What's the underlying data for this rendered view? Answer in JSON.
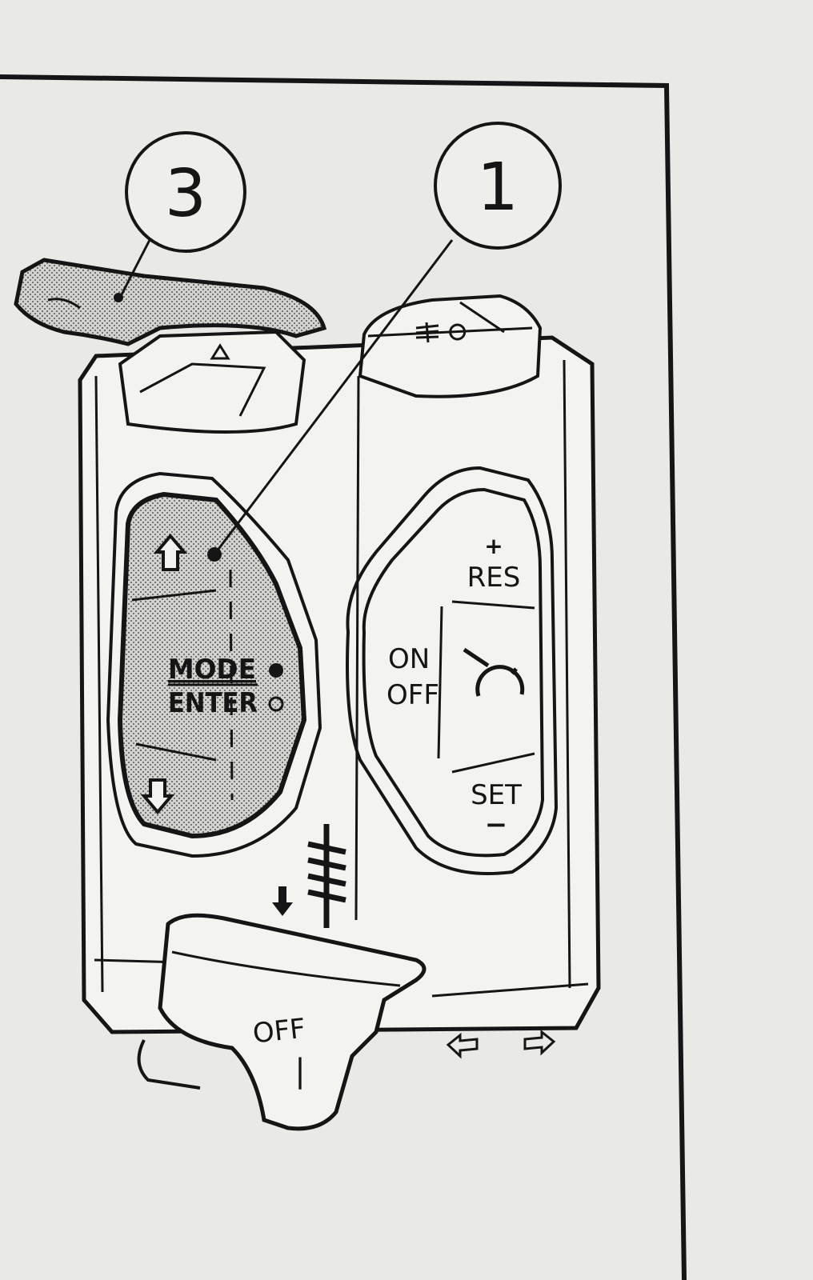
{
  "callouts": [
    {
      "number": "3",
      "target": "horn-lever"
    },
    {
      "number": "1",
      "target": "mode-enter-button"
    }
  ],
  "mode_enter": {
    "mode_label": "MODE",
    "enter_label": "ENTER",
    "up_icon": "up-arrow-icon",
    "down_icon": "down-arrow-icon"
  },
  "cruise_control": {
    "plus": "+",
    "res": "RES",
    "on": "ON",
    "off": "OFF",
    "set": "SET",
    "minus": "−",
    "icon": "speedometer-icon"
  },
  "bottom_switch": {
    "off": "OFF",
    "mark": "|"
  },
  "icons": {
    "fog_light": "fog-light-icon",
    "hazard": "hazard-triangle-icon",
    "spring": "spring-icon",
    "down_arrow": "down-arrow-icon",
    "turn_left": "turn-left-arrow-icon",
    "turn_right": "turn-right-arrow-icon"
  },
  "colors": {
    "ink": "#151515",
    "paper": "#e9eae6",
    "shade": "#b9bab6"
  }
}
